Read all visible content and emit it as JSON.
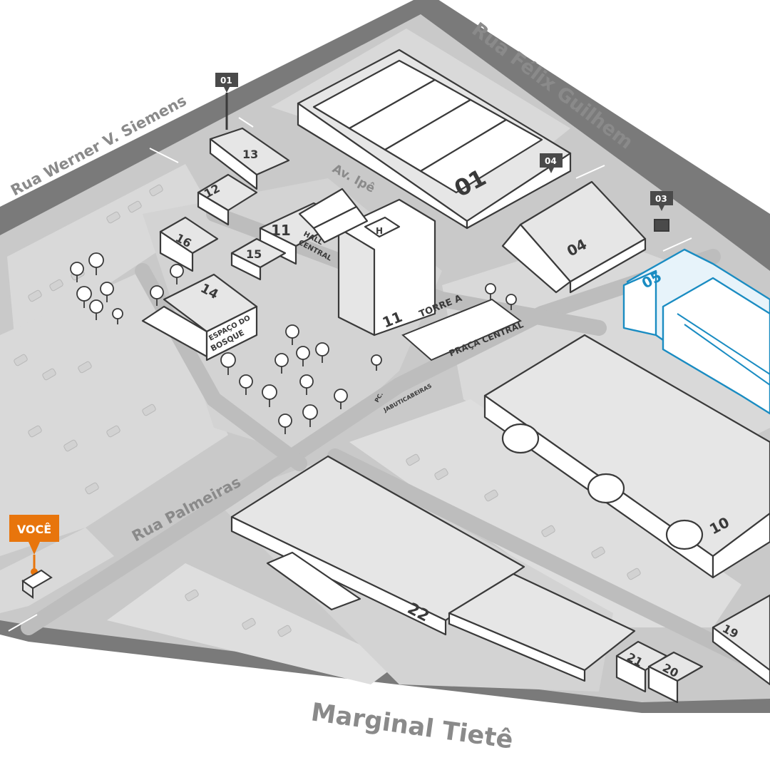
{
  "streets": {
    "werner": "Rua Werner V. Siemens",
    "felix": "Rua Félix Guilhem",
    "ipe": "Av. Ipê",
    "palmeiras": "Rua Palmeiras",
    "marginal": "Marginal Tietê"
  },
  "buildings": {
    "b01": "01",
    "b04": "04",
    "b05": "05",
    "b10": "10",
    "b11": "11",
    "b11_hall": "11",
    "b11_torre": "11",
    "b12": "12",
    "b13": "13",
    "b14": "14",
    "b15": "15",
    "b16": "16",
    "b19": "19",
    "b20": "20",
    "b21": "21",
    "b22": "22"
  },
  "labels": {
    "hall_l1": "HALL",
    "hall_l2": "CENTRAL",
    "torre": "TORRE A",
    "praca": "PRAÇA CENTRAL",
    "bosque_l1": "ESPAÇO DO",
    "bosque_l2": "BOSQUE",
    "pc_l1": "PC.",
    "pc_l2": "JABUTICABEIRAS",
    "heliport": "H"
  },
  "gates": {
    "g01": "01",
    "g03": "03",
    "g04": "04"
  },
  "you_are_here": "VOCÊ",
  "colors": {
    "background_road": "#7a7a7a",
    "block": "#d9d9d9",
    "inner_road": "#c6c6c6",
    "building_outline": "#3a3a3a",
    "highlight": "#1a8cc2",
    "you_marker": "#e8750c"
  },
  "icons": [
    "gate-marker-icon",
    "two-way-arrow-icon",
    "tree-icon",
    "car-icon",
    "you-are-here-marker-icon",
    "heliport-icon"
  ]
}
